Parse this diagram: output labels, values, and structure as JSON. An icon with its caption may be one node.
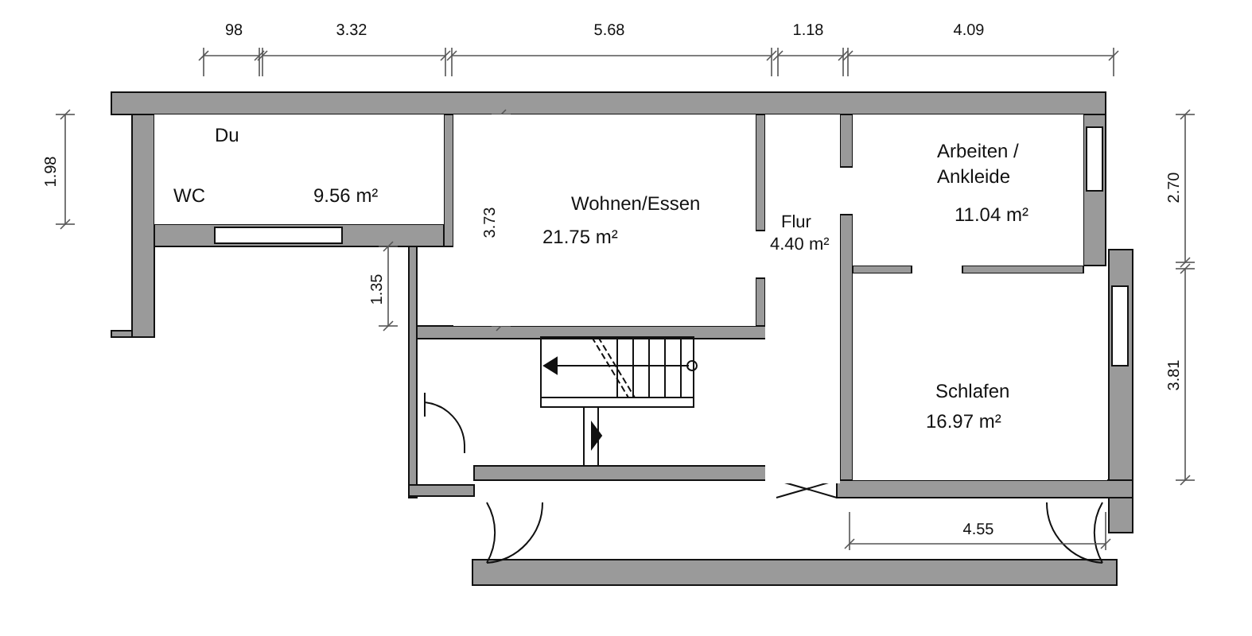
{
  "diagram": {
    "nodes": [
      {
        "text": [
          "Du",
          "WC",
          "9.56 m²"
        ]
      },
      {
        "text": [
          "Wohnen/Essen",
          "21.75 m²"
        ]
      },
      {
        "text": [
          "Flur",
          "4.40 m²"
        ]
      },
      {
        "text": [
          "Arbeiten / Ankleide",
          "11.04 m²"
        ]
      },
      {
        "text": [
          "Schlafen",
          "16.97 m²"
        ]
      }
    ],
    "labels": [
      "98",
      "3.32",
      "5.68",
      "1.18",
      "4.09",
      "1.98",
      "3.73",
      "1.35",
      "2.70",
      "3.81",
      "4.55"
    ]
  }
}
